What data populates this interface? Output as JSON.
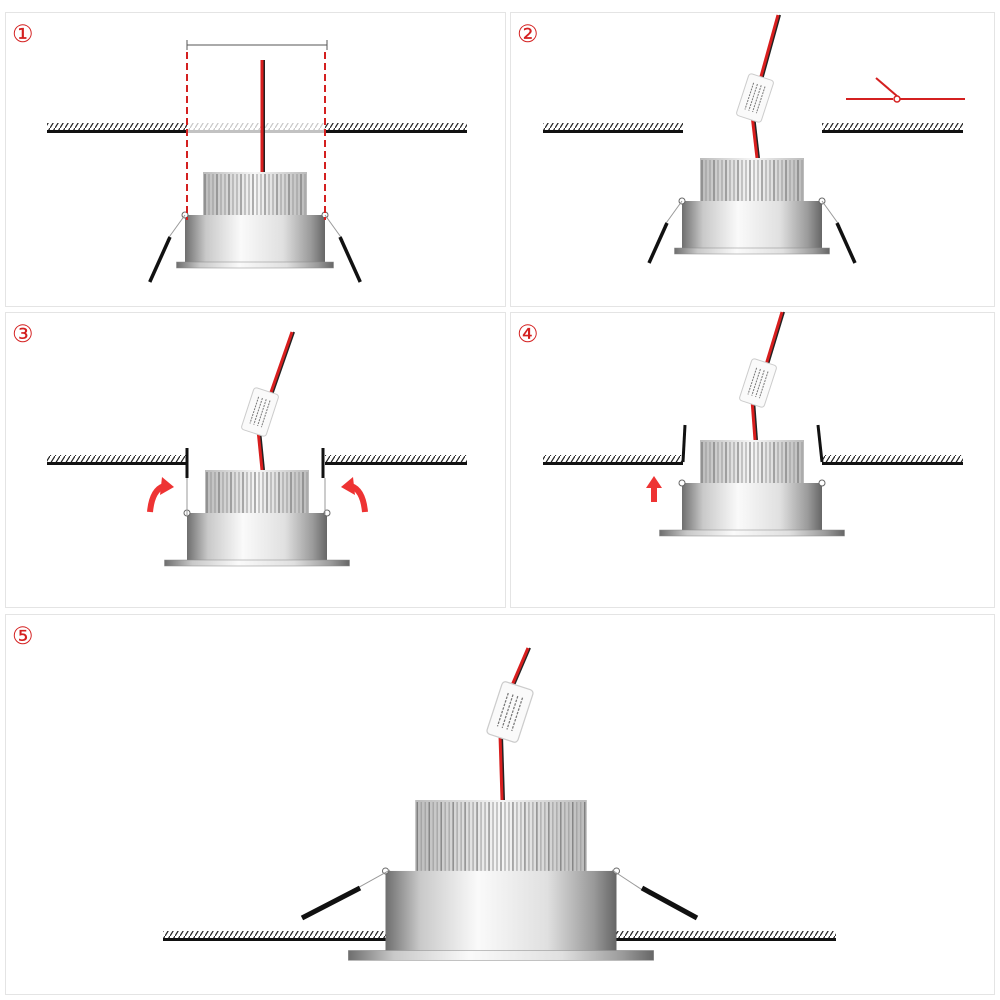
{
  "steps": [
    {
      "label": "①"
    },
    {
      "label": "②"
    },
    {
      "label": "③"
    },
    {
      "label": "④"
    },
    {
      "label": "⑤"
    }
  ],
  "colors": {
    "wire_red": "#d81e1e",
    "guide_red": "#d42020",
    "metal_dark": "#7a7a7a",
    "metal_light": "#f2f2f2"
  }
}
